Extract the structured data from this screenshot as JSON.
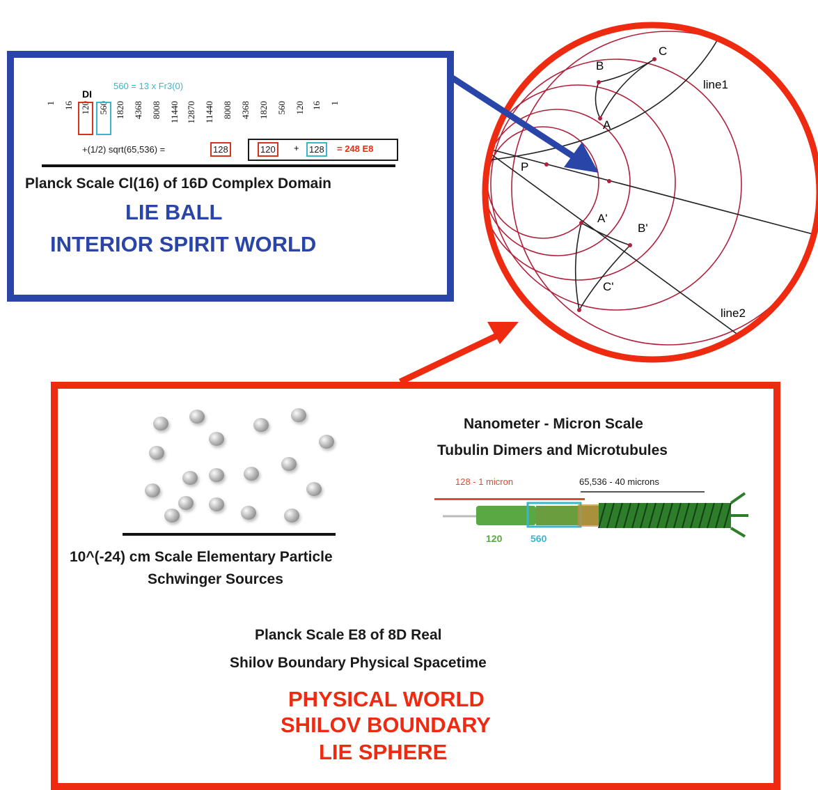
{
  "blue_panel": {
    "di_label": "DI",
    "teal_formula": "560 = 13 x Fr3(0)",
    "dimensions": [
      "1",
      "16",
      "120",
      "560",
      "1820",
      "4368",
      "8008",
      "11440",
      "12870",
      "11440",
      "8008",
      "4368",
      "1820",
      "560",
      "120",
      "16",
      "1"
    ],
    "sqrt_formula": "+(1/2) sqrt(65,536) =",
    "sqrt_result": "128",
    "sum_a": "120",
    "sum_plus": "+",
    "sum_b": "128",
    "sum_result": "= 248 E8",
    "title": "Planck Scale Cl(16) of 16D Complex Domain",
    "heading1": "LIE BALL",
    "heading2": "INTERIOR SPIRIT WORLD"
  },
  "circle_diagram": {
    "labels": {
      "B": "B",
      "C": "C",
      "A": "A",
      "P": "P",
      "A_prime": "A'",
      "B_prime": "B'",
      "C_prime": "C'",
      "line1": "line1",
      "line2": "line2"
    }
  },
  "red_panel": {
    "particles_caption1": "10^(-24) cm Scale Elementary Particle",
    "particles_caption2": "Schwinger Sources",
    "tubulin_title1": "Nanometer - Micron Scale",
    "tubulin_title2": "Tubulin Dimers and Microtubules",
    "scale_label_red": "128 - 1 micron",
    "scale_label_dark": "65,536 - 40 microns",
    "label_green": "120",
    "label_teal": "560",
    "planck_text1": "Planck Scale E8 of 8D Real",
    "planck_text2": "Shilov Boundary Physical Spacetime",
    "heading1": "PHYSICAL WORLD",
    "heading2": "SHILOV BOUNDARY",
    "heading3": "LIE SPHERE"
  },
  "colors": {
    "blue": "#2a45a8",
    "red": "#ee2a10",
    "teal": "#3bb6c9",
    "circle_line": "#b0203a",
    "green": "#3c8a2c"
  }
}
